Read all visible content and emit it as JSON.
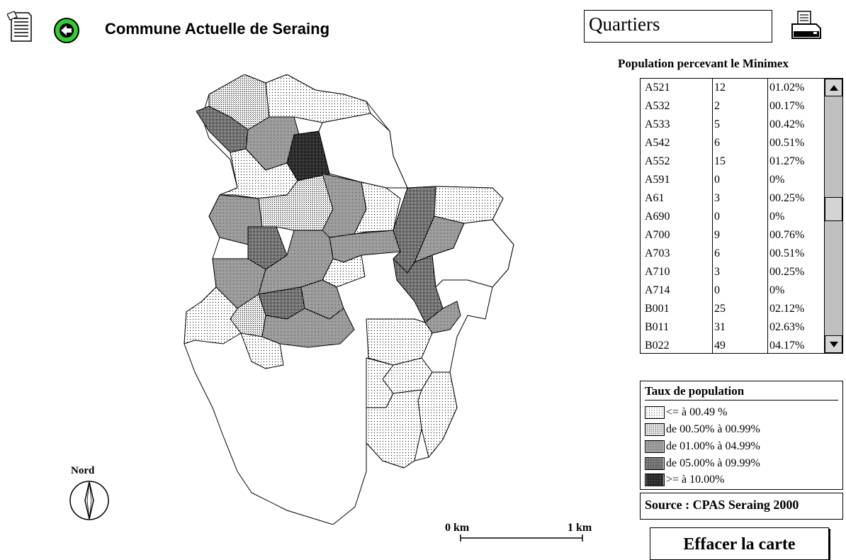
{
  "header": {
    "title": "Commune Actuelle de Seraing",
    "layer_selected": "Quartiers",
    "icons": [
      "document-icon",
      "back-arrow-icon",
      "printer-icon"
    ]
  },
  "table": {
    "title": "Population percevant le Minimex",
    "rows": [
      [
        "A521",
        "12",
        "01.02%"
      ],
      [
        "A532",
        "2",
        "00.17%"
      ],
      [
        "A533",
        "5",
        "00.42%"
      ],
      [
        "A542",
        "6",
        "00.51%"
      ],
      [
        "A552",
        "15",
        "01.27%"
      ],
      [
        "A591",
        "0",
        "0%"
      ],
      [
        "A61",
        "3",
        "00.25%"
      ],
      [
        "A690",
        "0",
        "0%"
      ],
      [
        "A700",
        "9",
        "00.76%"
      ],
      [
        "A703",
        "6",
        "00.51%"
      ],
      [
        "A710",
        "3",
        "00.25%"
      ],
      [
        "A714",
        "0",
        "0%"
      ],
      [
        "B001",
        "25",
        "02.12%"
      ],
      [
        "B011",
        "31",
        "02.63%"
      ],
      [
        "B022",
        "49",
        "04.17%"
      ]
    ],
    "scroll_position": 0.47
  },
  "legend": {
    "title": "Taux de population",
    "items": [
      {
        "label": "<= à 00.49 %",
        "pattern": "sparse-dots"
      },
      {
        "label": "de 00.50% à 00.99%",
        "pattern": "fine-grid"
      },
      {
        "label": "de 01.00% à 04.99%",
        "pattern": "light-crosshatch"
      },
      {
        "label": "de 05.00% à 09.99%",
        "pattern": "dense-crosshatch"
      },
      {
        "label": ">= à 10.00%",
        "pattern": "very-dense"
      }
    ]
  },
  "source": "Source : CPAS Seraing 2000",
  "clear_button": "Effacer la carte",
  "north_label": "Nord",
  "scale": {
    "start": "0 km",
    "end": "1 km"
  },
  "colors": {
    "background": "#ffffff",
    "ink": "#000000",
    "scrollbar": "#c0c0c0",
    "back_button": "#33cc33"
  }
}
